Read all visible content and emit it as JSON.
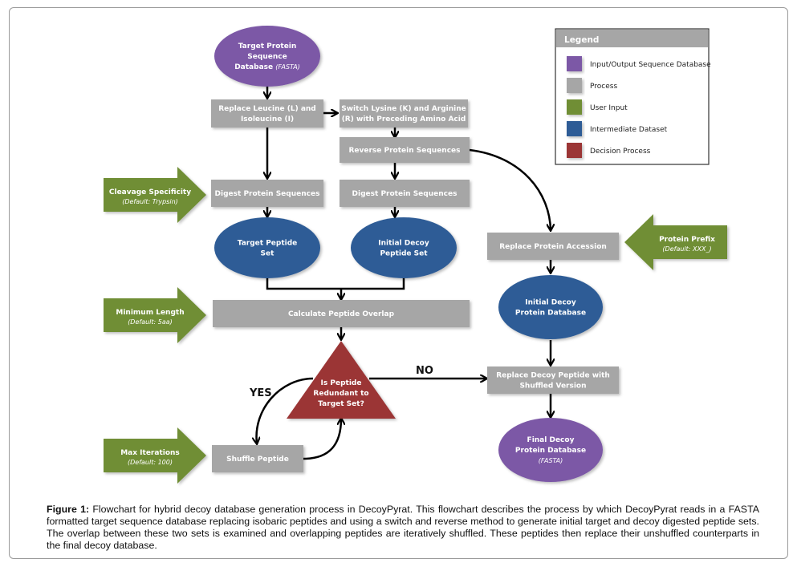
{
  "diagram": {
    "nodes": {
      "target_db": {
        "lines": [
          "Target Protein",
          "Sequence"
        ],
        "last_line": "Database",
        "last_sub": "(FASTA)",
        "type": "input_output"
      },
      "replace_leucine": {
        "lines": [
          "Replace Leucine (L) and",
          "Isoleucine (I)"
        ],
        "type": "process"
      },
      "switch_lysine": {
        "lines": [
          "Switch Lysine (K) and Arginine",
          "(R) with Preceding Amino Acid"
        ],
        "type": "process"
      },
      "reverse": {
        "lines": [
          "Reverse Protein Sequences"
        ],
        "type": "process"
      },
      "digest_target": {
        "lines": [
          "Digest Protein Sequences"
        ],
        "type": "process"
      },
      "digest_decoy": {
        "lines": [
          "Digest Protein Sequences"
        ],
        "type": "process"
      },
      "target_peptide_set": {
        "lines": [
          "Target Peptide",
          "Set"
        ],
        "type": "intermediate"
      },
      "initial_decoy_peptide_set": {
        "lines": [
          "Initial Decoy",
          "Peptide Set"
        ],
        "type": "intermediate"
      },
      "calc_overlap": {
        "lines": [
          "Calculate Peptide Overlap"
        ],
        "type": "process"
      },
      "decision": {
        "lines": [
          "Is Peptide",
          "Redundant to",
          "Target Set?"
        ],
        "type": "decision"
      },
      "shuffle": {
        "lines": [
          "Shuffle Peptide"
        ],
        "type": "process"
      },
      "replace_accession": {
        "lines": [
          "Replace Protein Accession"
        ],
        "type": "process"
      },
      "initial_decoy_protein_db": {
        "lines": [
          "Initial Decoy",
          "Protein Database"
        ],
        "type": "intermediate"
      },
      "replace_decoy_peptide": {
        "lines": [
          "Replace Decoy Peptide with",
          "Shuffled Version"
        ],
        "type": "process"
      },
      "final_decoy_db": {
        "lines": [
          "Final Decoy",
          "Protein Database"
        ],
        "sub": "(FASTA)",
        "type": "input_output"
      }
    },
    "user_inputs": {
      "cleavage": {
        "title": "Cleavage Specificity",
        "sub": "(Default: Trypsin)"
      },
      "min_length": {
        "title": "Minimum Length",
        "sub": "(Default: 5aa)"
      },
      "max_iter": {
        "title": "Max Iterations",
        "sub": "(Default: 100)"
      },
      "protein_prefix": {
        "title": "Protein Prefix",
        "sub": "(Default: XXX_)"
      }
    },
    "edge_labels": {
      "yes": "YES",
      "no": "NO"
    },
    "colors": {
      "input_output": "#7b59a6",
      "process": "#a6a6a6",
      "user_input": "#6f8e36",
      "intermediate": "#2e5c96",
      "decision": "#9b3535",
      "legend_header": "#a6a6a6"
    },
    "legend": {
      "title": "Legend",
      "items": [
        {
          "label": "Input/Output Sequence Database",
          "type": "input_output"
        },
        {
          "label": "Process",
          "type": "process"
        },
        {
          "label": "User Input",
          "type": "user_input"
        },
        {
          "label": "Intermediate Dataset",
          "type": "intermediate"
        },
        {
          "label": "Decision Process",
          "type": "decision"
        }
      ]
    }
  },
  "caption": {
    "label": "Figure 1:",
    "text": " Flowchart for hybrid decoy database generation process in DecoyPyrat. This flowchart describes the process by which DecoyPyrat reads in a FASTA formatted target sequence database replacing isobaric peptides and using a switch and reverse method to generate initial target and decoy digested peptide sets. The overlap between these two sets is examined and overlapping peptides are iteratively shuffled. These peptides then replace their unshuffled counterparts in the final decoy database."
  }
}
